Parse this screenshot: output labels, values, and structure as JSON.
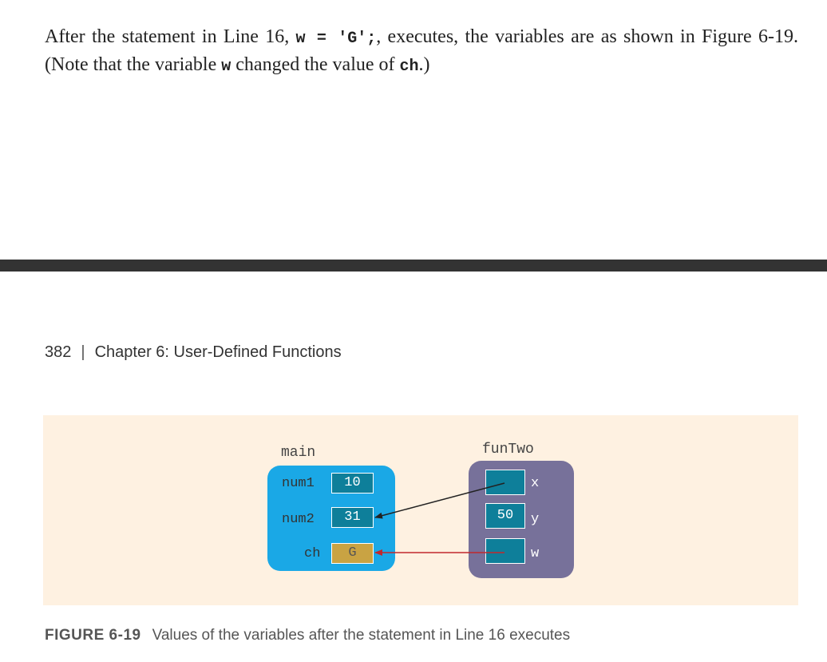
{
  "paragraph": {
    "part1": "After the statement in Line 16, ",
    "code1": "w = 'G';",
    "part2": ", executes, the variables are as shown in Figure 6-19. (Note that the variable ",
    "code2": "w",
    "part3": " changed the value of ",
    "code3": "ch",
    "part4": ".)"
  },
  "page_header": {
    "page_number": "382",
    "separator": "|",
    "chapter": "Chapter 6: User-Defined Functions"
  },
  "figure": {
    "main": {
      "title": "main",
      "vars": [
        {
          "name": "num1",
          "value": "10"
        },
        {
          "name": "num2",
          "value": "31"
        },
        {
          "name": "ch",
          "value": "G"
        }
      ]
    },
    "funTwo": {
      "title": "funTwo",
      "params": [
        {
          "name": "x",
          "value": ""
        },
        {
          "name": "y",
          "value": "50"
        },
        {
          "name": "w",
          "value": ""
        }
      ]
    },
    "colors": {
      "background": "#fef1e1",
      "main_box": "#1aa8e6",
      "funtwo_box": "#77719a",
      "cell": "#0e7f9a",
      "ch_cell": "#c9a343",
      "x_arrow": "#222222",
      "w_arrow": "#c0282d"
    }
  },
  "caption": {
    "label": "FIGURE 6-19",
    "text": "Values of the variables after the statement in Line 16 executes"
  }
}
